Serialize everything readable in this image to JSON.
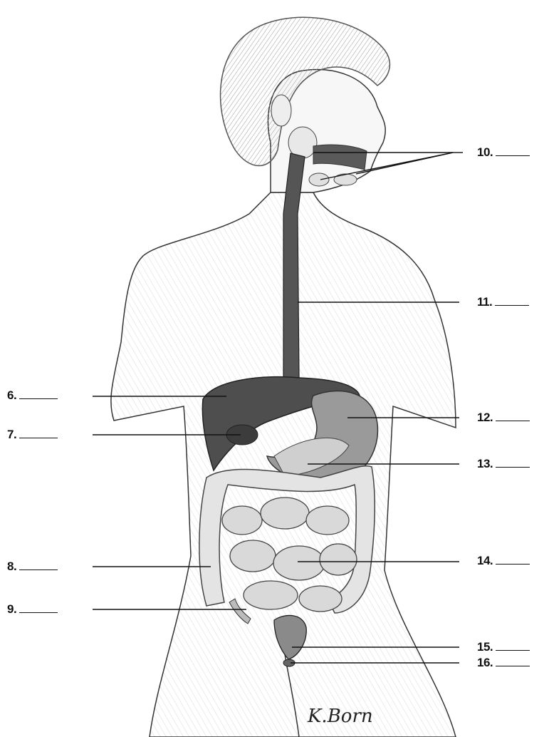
{
  "diagram": {
    "labels_left": [
      {
        "num": "6.",
        "blank": "______"
      },
      {
        "num": "7.",
        "blank": "______"
      },
      {
        "num": "8.",
        "blank": "______"
      },
      {
        "num": "9.",
        "blank": "______"
      }
    ],
    "labels_right": [
      {
        "num": "10.",
        "blank": "_____"
      },
      {
        "num": "11.",
        "blank": "_____"
      },
      {
        "num": "12.",
        "blank": "_____"
      },
      {
        "num": "13.",
        "blank": "_____"
      },
      {
        "num": "14.",
        "blank": "_____"
      },
      {
        "num": "15.",
        "blank": "_____"
      },
      {
        "num": "16.",
        "blank": "_____"
      }
    ],
    "signature": "K.Born"
  },
  "colors": {
    "ink": "#111111",
    "skin": "#f3f3f3",
    "hair": "#8a8a8a",
    "organ_dark": "#4a4a4a",
    "organ_mid": "#8c8c8c",
    "intestine": "#d6d6d6"
  }
}
